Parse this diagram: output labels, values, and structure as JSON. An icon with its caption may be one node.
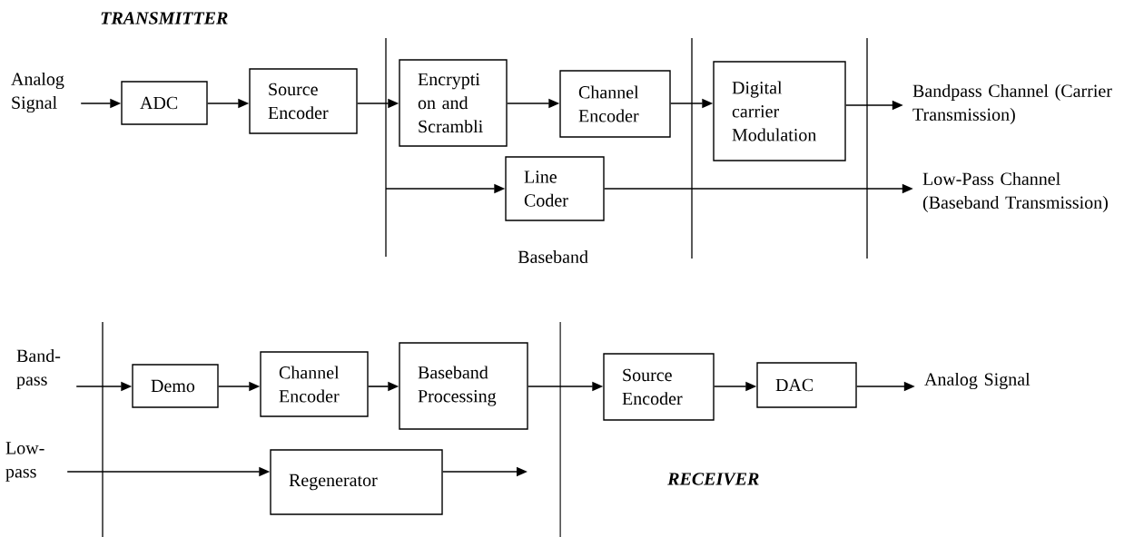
{
  "diagram": {
    "nodes": [
      {
        "text": [
          "Analog Signal"
        ]
      },
      {
        "text": [
          "ADC"
        ]
      },
      {
        "text": [
          "Source Encoder"
        ]
      },
      {
        "text": [
          "Encrypti on and Scrambli"
        ]
      },
      {
        "text": [
          "Channel Encoder"
        ]
      },
      {
        "text": [
          "Digital carrier Modulation"
        ]
      },
      {
        "text": [
          "Bandpass Channel (Carrier Transmission)"
        ]
      },
      {
        "text": [
          "Line Coder"
        ]
      },
      {
        "text": [
          "Low-Pass Channel (Baseband Transmission)"
        ]
      },
      {
        "text": [
          "Band- pass"
        ]
      },
      {
        "text": [
          "Demo"
        ]
      },
      {
        "text": [
          "Channel Encoder"
        ]
      },
      {
        "text": [
          "Baseband Processing"
        ]
      },
      {
        "text": [
          "Source Encoder"
        ]
      },
      {
        "text": [
          "DAC"
        ]
      },
      {
        "text": [
          "Analog Signal"
        ]
      },
      {
        "text": [
          "Low- pass"
        ]
      },
      {
        "text": [
          "Regenerator"
        ]
      }
    ],
    "edges": [
      {
        "from": 0,
        "to": 1,
        "arrow": "to"
      },
      {
        "from": 1,
        "to": 2,
        "arrow": "to"
      },
      {
        "from": 2,
        "to": 3,
        "arrow": "to"
      },
      {
        "from": 3,
        "to": 4,
        "arrow": "to"
      },
      {
        "from": 4,
        "to": 5,
        "arrow": "to"
      },
      {
        "from": 5,
        "to": 6,
        "arrow": "to"
      },
      {
        "from": null,
        "to": 7,
        "arrow": "to"
      },
      {
        "from": 7,
        "to": 8,
        "arrow": "to"
      },
      {
        "from": 9,
        "to": 10,
        "arrow": "to"
      },
      {
        "from": 10,
        "to": 11,
        "arrow": "to"
      },
      {
        "from": 11,
        "to": 12,
        "arrow": "to"
      },
      {
        "from": 12,
        "to": 13,
        "arrow": "to"
      },
      {
        "from": 13,
        "to": 14,
        "arrow": "to"
      },
      {
        "from": 14,
        "to": 15,
        "arrow": "to"
      },
      {
        "from": 16,
        "to": 17,
        "arrow": "to"
      },
      {
        "from": 17,
        "to": null,
        "arrow": "to"
      }
    ],
    "labels": [
      "TRANSMITTER",
      "Baseband",
      "RECEIVER"
    ]
  }
}
